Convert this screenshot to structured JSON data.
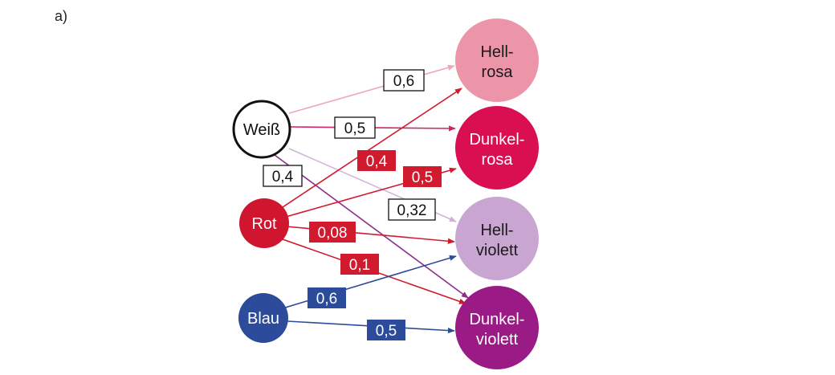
{
  "panel_label": "a)",
  "sources": [
    {
      "id": "weiss",
      "label": "Weiß",
      "fill": "#ffffff",
      "stroke": "#111111",
      "text_color": "#111111"
    },
    {
      "id": "rot",
      "label": "Rot",
      "fill": "#d0152e",
      "stroke": "none",
      "text_color": "#ffffff"
    },
    {
      "id": "blau",
      "label": "Blau",
      "fill": "#2c4b9a",
      "stroke": "none",
      "text_color": "#ffffff"
    }
  ],
  "targets": [
    {
      "id": "hellrosa",
      "lines": [
        "Hell-",
        "rosa"
      ],
      "fill": "#ec95a9",
      "text_color": "#1a1a1a"
    },
    {
      "id": "dunkelrosa",
      "lines": [
        "Dunkel-",
        "rosa"
      ],
      "fill": "#d90f52",
      "text_color": "#ffffff"
    },
    {
      "id": "hellviolett",
      "lines": [
        "Hell-",
        "violett"
      ],
      "fill": "#c9a6d1",
      "text_color": "#1a1a1a"
    },
    {
      "id": "dunkelviolett",
      "lines": [
        "Dunkel-",
        "violett"
      ],
      "fill": "#9a1a86",
      "text_color": "#ffffff"
    }
  ],
  "edges": [
    {
      "from": "weiss",
      "to": "hellrosa",
      "weight": "0,6",
      "color": "#eea6b8",
      "label_style": "outline"
    },
    {
      "from": "weiss",
      "to": "dunkelrosa",
      "weight": "0,5",
      "color": "#d6246a",
      "label_style": "outline"
    },
    {
      "from": "weiss",
      "to": "hellviolett",
      "weight": "0,32",
      "color": "#d1b3da",
      "label_style": "outline"
    },
    {
      "from": "weiss",
      "to": "dunkelviolett",
      "weight": "0,4",
      "color": "#8e2d8c",
      "label_style": "outline"
    },
    {
      "from": "rot",
      "to": "hellrosa",
      "weight": "0,4",
      "color": "#d21a2e",
      "label_style": "filled"
    },
    {
      "from": "rot",
      "to": "dunkelrosa",
      "weight": "0,5",
      "color": "#d21a2e",
      "label_style": "filled"
    },
    {
      "from": "rot",
      "to": "hellviolett",
      "weight": "0,08",
      "color": "#d21a2e",
      "label_style": "filled"
    },
    {
      "from": "rot",
      "to": "dunkelviolett",
      "weight": "0,1",
      "color": "#d21a2e",
      "label_style": "filled"
    },
    {
      "from": "blau",
      "to": "hellviolett",
      "weight": "0,6",
      "color": "#2c4b9a",
      "label_style": "filled"
    },
    {
      "from": "blau",
      "to": "dunkelviolett",
      "weight": "0,5",
      "color": "#2c4b9a",
      "label_style": "filled"
    }
  ]
}
